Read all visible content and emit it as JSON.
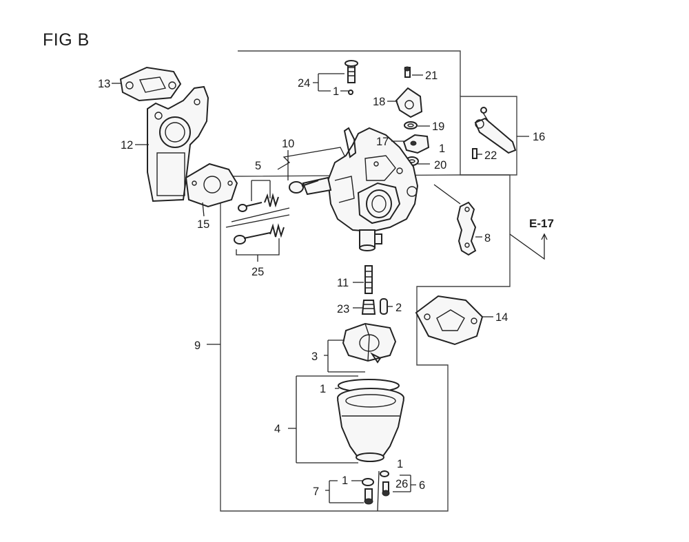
{
  "figure": {
    "title": "FIG B",
    "reference": "E-17"
  },
  "callouts": {
    "c1a": "1",
    "c1b": "1",
    "c1c": "1",
    "c1d": "1",
    "c1e": "1",
    "c2": "2",
    "c3": "3",
    "c4": "4",
    "c5": "5",
    "c6": "6",
    "c7": "7",
    "c8": "8",
    "c9": "9",
    "c10": "10",
    "c11": "11",
    "c12": "12",
    "c13": "13",
    "c14": "14",
    "c15": "15",
    "c16": "16",
    "c17": "17",
    "c18": "18",
    "c19": "19",
    "c20": "20",
    "c21": "21",
    "c22": "22",
    "c23": "23",
    "c24": "24",
    "c25": "25",
    "c26": "26"
  }
}
